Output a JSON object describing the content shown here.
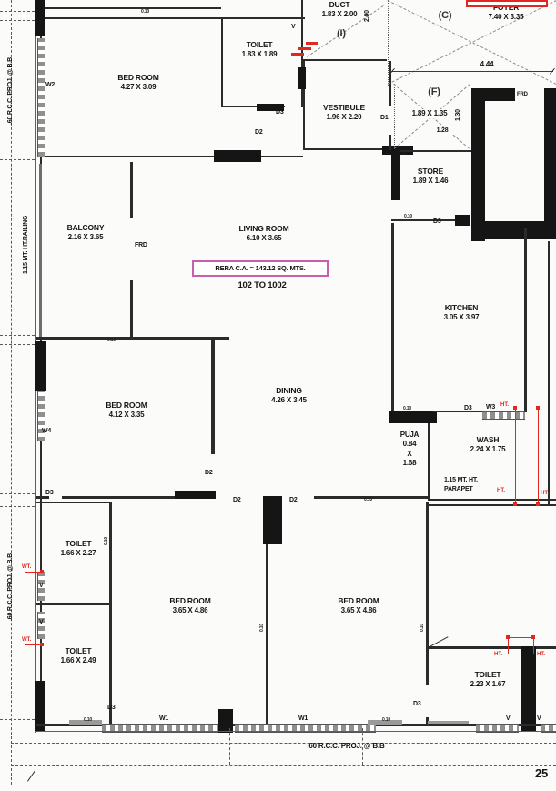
{
  "plan": {
    "rera_note": "RERA C.A. = 143.12 SQ. MTS.",
    "units_note": "102 TO 1002",
    "overall_dim": "25",
    "bottom_note": ".60 R.C.C. PROJ. @ B.B",
    "left_note_top": ".60 R.C.C. PROJ. @ B.B",
    "left_note_mid": "1.15 MT. HT.RAILING",
    "left_note_bottom": ".60 R.C.C. PROJ. @ B.B",
    "parapet_note_1": "1.15 MT. HT.",
    "parapet_note_2": "PARAPET"
  },
  "rooms": {
    "bedroom_top_left": {
      "name": "BED ROOM",
      "dims": "4.27 X 3.09"
    },
    "toilet_top": {
      "name": "TOILET",
      "dims": "1.83 X 1.89"
    },
    "duct": {
      "name": "DUCT",
      "dims": "1.83 X 2.00"
    },
    "foyer": {
      "name": "FOYER",
      "dims": "7.40 X 3.35"
    },
    "lift": {
      "dims": "1.89 X 1.35"
    },
    "vestibule": {
      "name": "VESTIBULE",
      "dims": "1.96 X 2.20"
    },
    "store": {
      "name": "STORE",
      "dims": "1.89 X 1.46"
    },
    "balcony": {
      "name": "BALCONY",
      "dims": "2.16 X 3.65"
    },
    "living": {
      "name": "LIVING ROOM",
      "dims": "6.10 X 3.65"
    },
    "kitchen": {
      "name": "KITCHEN",
      "dims": "3.05 X 3.97"
    },
    "bedroom_mid_left": {
      "name": "BED ROOM",
      "dims": "4.12 X 3.35"
    },
    "dining": {
      "name": "DINING",
      "dims": "4.26 X 3.45"
    },
    "puja": {
      "name": "PUJA",
      "w": "0.84",
      "sep": "X",
      "h": "1.68"
    },
    "wash": {
      "name": "WASH",
      "dims": "2.24 X 1.75"
    },
    "toilet_left_1": {
      "name": "TOILET",
      "dims": "1.66 X 2.27"
    },
    "toilet_left_2": {
      "name": "TOILET",
      "dims": "1.66 X 2.49"
    },
    "bedroom_bottom_left": {
      "name": "BED ROOM",
      "dims": "3.65 X 4.86"
    },
    "bedroom_bottom_right": {
      "name": "BED ROOM",
      "dims": "3.65 X 4.86"
    },
    "toilet_bottom_right": {
      "name": "TOILET",
      "dims": "2.23 X 1.67"
    }
  },
  "zones": {
    "c": "(C)",
    "i": "(I)",
    "f": "(F)"
  },
  "dims": {
    "foyer_w": "4.44",
    "duct_h": "2.00",
    "lift_h": "1.30",
    "lift_w": "1.28",
    "tiny": "0.10"
  },
  "doors": {
    "d1": "D1",
    "d2": "D2",
    "d3": "D3",
    "frd": "FRD"
  },
  "windows": {
    "w1": "W1",
    "w2": "W2",
    "w3": "W3",
    "w4": "W4",
    "v": "V"
  },
  "red_notes": {
    "ht": "HT.",
    "wt": "WT."
  }
}
